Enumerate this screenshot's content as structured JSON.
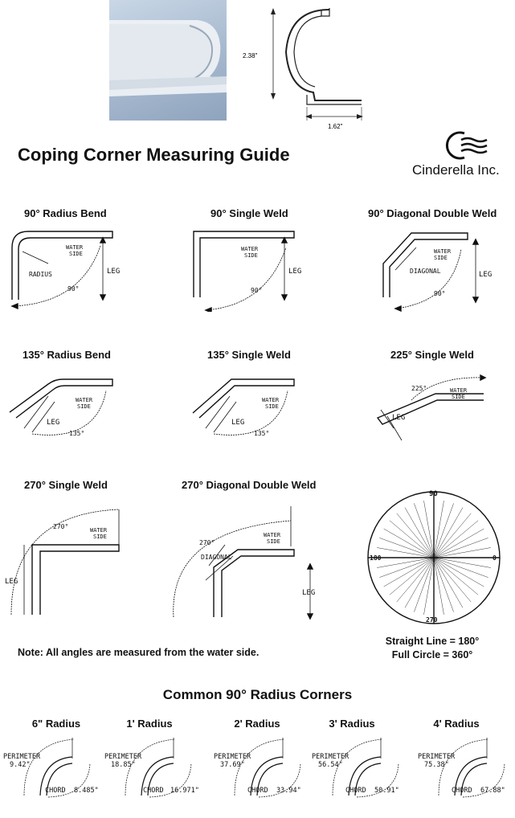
{
  "profile": {
    "height_label": "2.38\"",
    "width_label": "1.62\""
  },
  "title": "Coping Corner Measuring Guide",
  "brand": "Cinderella Inc.",
  "labels": {
    "water": "WATER",
    "side": "SIDE",
    "leg": "LEG",
    "radius": "RADIUS",
    "diagonal": "DIAGONAL",
    "deg90": "90°",
    "deg135": "135°",
    "deg225": "225°",
    "deg270": "270°",
    "perimeter": "PERIMETER",
    "chord": "CHORD"
  },
  "sections": {
    "s1": "90° Radius Bend",
    "s2": "90° Single Weld",
    "s3": "90° Diagonal Double Weld",
    "s4": "135° Radius Bend",
    "s5": "135° Single Weld",
    "s6": "225° Single Weld",
    "s7": "270° Single Weld",
    "s8": "270° Diagonal Double Weld"
  },
  "protractor": {
    "top": "90",
    "left": "180",
    "right": "0",
    "bottom": "270"
  },
  "note": "Note:  All angles are measured from the water side.",
  "circle_notes": {
    "line1": "Straight Line = 180°",
    "line2": "Full Circle = 360°"
  },
  "common_title": "Common 90° Radius Corners",
  "corners": [
    {
      "label": "6\" Radius",
      "perimeter": "9.42\"",
      "chord": "8.485\""
    },
    {
      "label": "1' Radius",
      "perimeter": "18.85\"",
      "chord": "16.971\""
    },
    {
      "label": "2' Radius",
      "perimeter": "37.69\"",
      "chord": "33.94\""
    },
    {
      "label": "3' Radius",
      "perimeter": "56.54\"",
      "chord": "50.91\""
    },
    {
      "label": "4' Radius",
      "perimeter": "75.38\"",
      "chord": "67.88\""
    }
  ]
}
